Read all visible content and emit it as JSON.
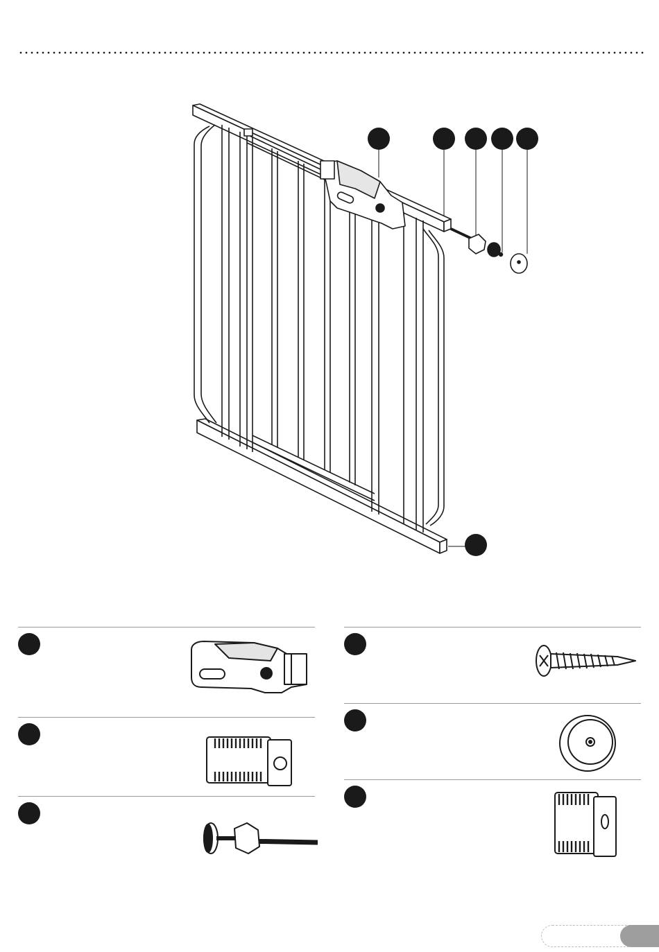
{
  "page": {
    "page_number": ""
  },
  "callouts": [
    {
      "id": "callout-a",
      "label": ""
    },
    {
      "id": "callout-b",
      "label": ""
    },
    {
      "id": "callout-c",
      "label": ""
    },
    {
      "id": "callout-d",
      "label": ""
    },
    {
      "id": "callout-e",
      "label": ""
    },
    {
      "id": "callout-f",
      "label": ""
    }
  ],
  "parts": [
    {
      "name": "locking-handle",
      "label": ""
    },
    {
      "name": "end-cap",
      "label": ""
    },
    {
      "name": "threaded-spindle",
      "label": ""
    },
    {
      "name": "screw",
      "label": ""
    },
    {
      "name": "wall-cup",
      "label": ""
    },
    {
      "name": "wall-bracket",
      "label": ""
    }
  ],
  "colors": {
    "ink": "#1a1a1a",
    "rule": "#9a9a9a",
    "page_tab": "#9e9e9e"
  }
}
